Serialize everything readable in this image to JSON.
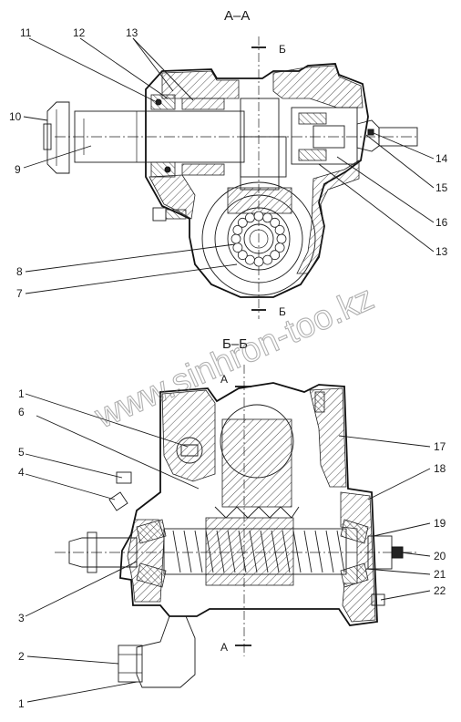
{
  "section_titles": {
    "top": "А–А",
    "bottom": "Б–Б"
  },
  "cut_marks": {
    "b_top": "Б",
    "b_bottom": "Б",
    "a_top": "А",
    "a_bottom": "А"
  },
  "watermark": "www.sinhron-too.kz",
  "callouts_top": {
    "c11": "11",
    "c12": "12",
    "c13a": "13",
    "c10": "10",
    "c9": "9",
    "c8": "8",
    "c7": "7",
    "c14": "14",
    "c15": "15",
    "c16": "16",
    "c13b": "13"
  },
  "callouts_bottom": {
    "c1a": "1",
    "c6": "6",
    "c5": "5",
    "c4": "4",
    "c3": "3",
    "c2": "2",
    "c1b": "1",
    "c17": "17",
    "c18": "18",
    "c19": "19",
    "c20": "20",
    "c21": "21",
    "c22": "22"
  }
}
